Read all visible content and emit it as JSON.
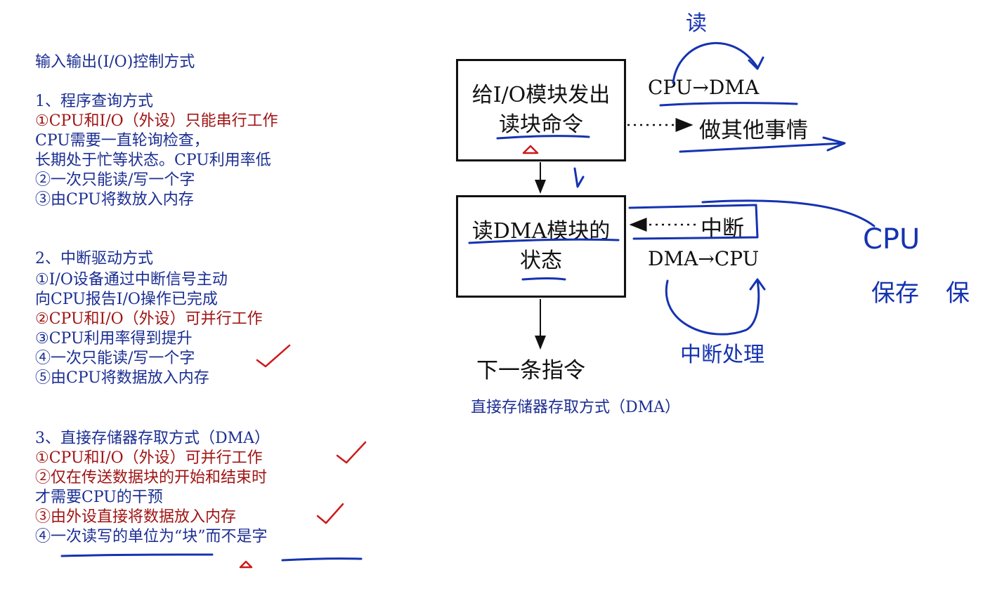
{
  "notes": {
    "title": "输入输出(I/O)控制方式",
    "sec1": {
      "heading": "1、程序查询方式",
      "l1": "①CPU和I/O（外设）只能串行工作",
      "l2": "CPU需要一直轮询检查，",
      "l3": "长期处于忙等状态。CPU利用率低",
      "l4": "②一次只能读/写一个字",
      "l5": "③由CPU将数放入内存"
    },
    "sec2": {
      "heading": "2、中断驱动方式",
      "l1": "①I/O设备通过中断信号主动",
      "l2": "向CPU报告I/O操作已完成",
      "l3": "②CPU和I/O（外设）可并行工作",
      "l4": "③CPU利用率得到提升",
      "l5": "④一次只能读/写一个字",
      "l6": "⑤由CPU将数据放入内存"
    },
    "sec3": {
      "heading": "3、直接存储器存取方式（DMA）",
      "l1": "①CPU和I/O（外设）可并行工作",
      "l2": "②仅在传送数据块的开始和结束时",
      "l3": "才需要CPU的干预",
      "l4": "③由外设直接将数据放入内存",
      "l5": "④一次读写的单位为“块”而不是字"
    }
  },
  "diagram": {
    "box1_line1": "给I/O模块发出",
    "box1_line2": "读块命令",
    "box2_line1": "读DMA模块的",
    "box2_line2": "状态",
    "cpu_to_dma": "CPU→DMA",
    "do_other": "做其他事情",
    "interrupt": "中断",
    "dma_to_cpu": "DMA→CPU",
    "next_instr": "下一条指令",
    "caption": "直接存储器存取方式（DMA）"
  },
  "handwriting": {
    "read": "读",
    "cpu": "CPU",
    "save": "保存",
    "protect": "保",
    "interrupt_handler": "中断处理"
  },
  "colors": {
    "blue_text": "#1b2e92",
    "red_text": "#a01414",
    "ink_blue": "#1533b0",
    "ink_red": "#cc1a1a"
  }
}
